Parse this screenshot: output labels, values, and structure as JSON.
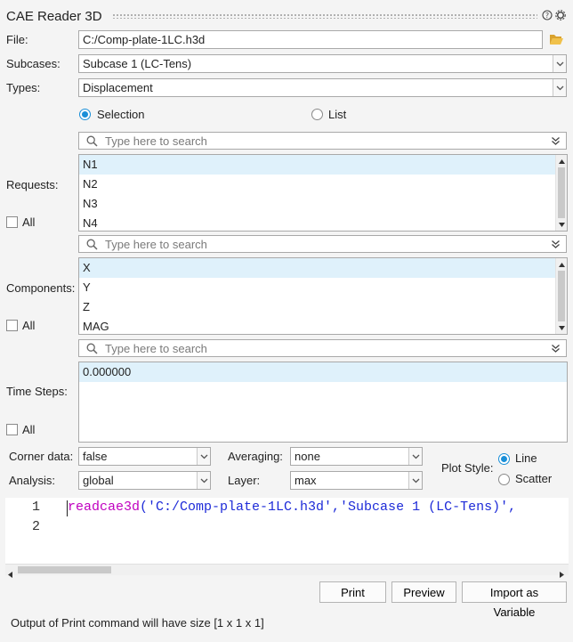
{
  "title": "CAE Reader 3D",
  "labels": {
    "file": "File:",
    "subcases": "Subcases:",
    "types": "Types:",
    "requests": "Requests:",
    "components": "Components:",
    "time_steps": "Time Steps:",
    "all": "All",
    "corner_data": "Corner data:",
    "analysis": "Analysis:",
    "averaging": "Averaging:",
    "layer": "Layer:",
    "plot_style": "Plot Style:"
  },
  "file_value": "C:/Comp-plate-1LC.h3d",
  "subcase_value": "Subcase 1 (LC-Tens)",
  "type_value": "Displacement",
  "mode": {
    "selection": "Selection",
    "list": "List",
    "selected": "selection"
  },
  "search_placeholder": "Type here to search",
  "requests": [
    "N1",
    "N2",
    "N3",
    "N4"
  ],
  "components": [
    "X",
    "Y",
    "Z",
    "MAG"
  ],
  "time_steps": [
    "0.000000"
  ],
  "corner_data_value": "false",
  "analysis_value": "global",
  "averaging_value": "none",
  "layer_value": "max",
  "plot_style": {
    "line": "Line",
    "scatter": "Scatter",
    "selected": "line"
  },
  "editor": {
    "line_numbers": [
      "1",
      "2"
    ],
    "code_func": "readcae3d",
    "code_args": "('C:/Comp-plate-1LC.h3d','Subcase 1 (LC-Tens)',"
  },
  "buttons": {
    "print": "Print",
    "preview": "Preview",
    "import": "Import as Variable"
  },
  "status": "Output of Print command will have size [1 x 1 x 1]",
  "colors": {
    "accent": "#1a8fd8",
    "selection_bg": "#dff1fb",
    "code_func": "#c000c0",
    "code_string": "#1e2bd8"
  }
}
